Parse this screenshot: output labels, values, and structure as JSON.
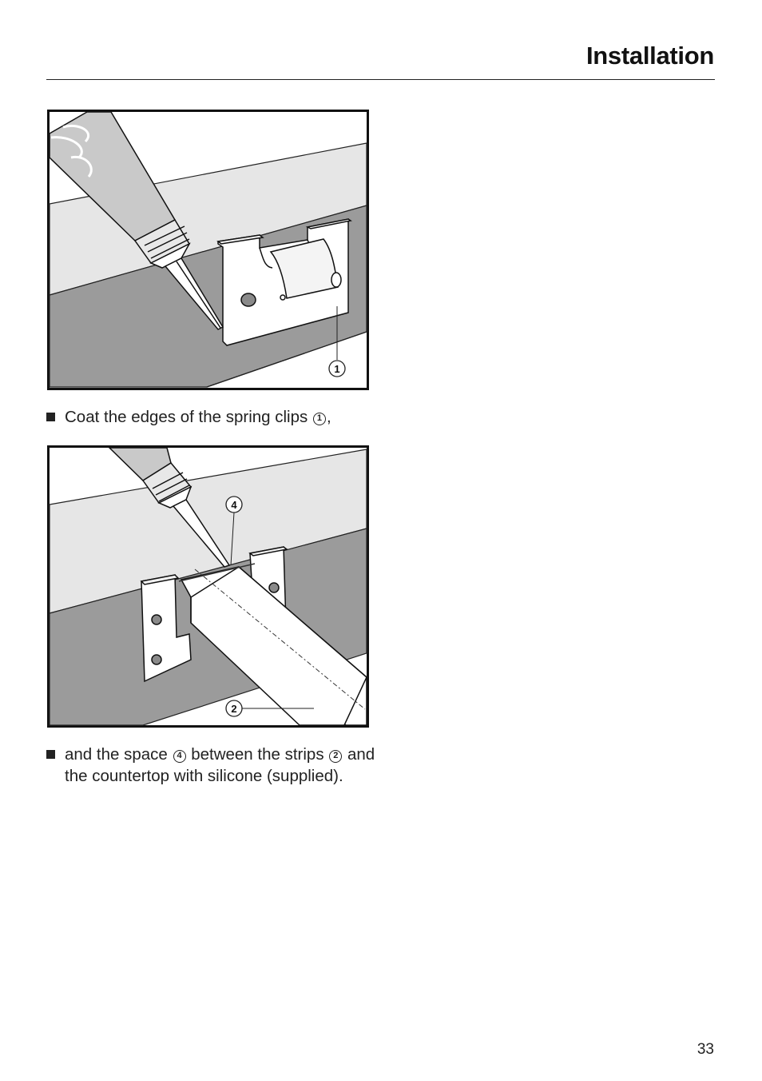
{
  "header": {
    "title": "Installation"
  },
  "figure1": {
    "callout_label": "1"
  },
  "step1": {
    "text_before": "Coat the edges of the spring clips",
    "callout": "1",
    "text_after": ","
  },
  "figure2": {
    "callout_a": "4",
    "callout_b": "2"
  },
  "step2": {
    "text_a": "and the space",
    "callout_a": "4",
    "text_b": "between the strips",
    "callout_b": "2",
    "text_c": "and the countertop with silicone (supplied)."
  },
  "footer": {
    "page_number": "33"
  },
  "colors": {
    "wall": "#e6e6e6",
    "counter_side": "#9b9b9b",
    "line": "#111111"
  }
}
